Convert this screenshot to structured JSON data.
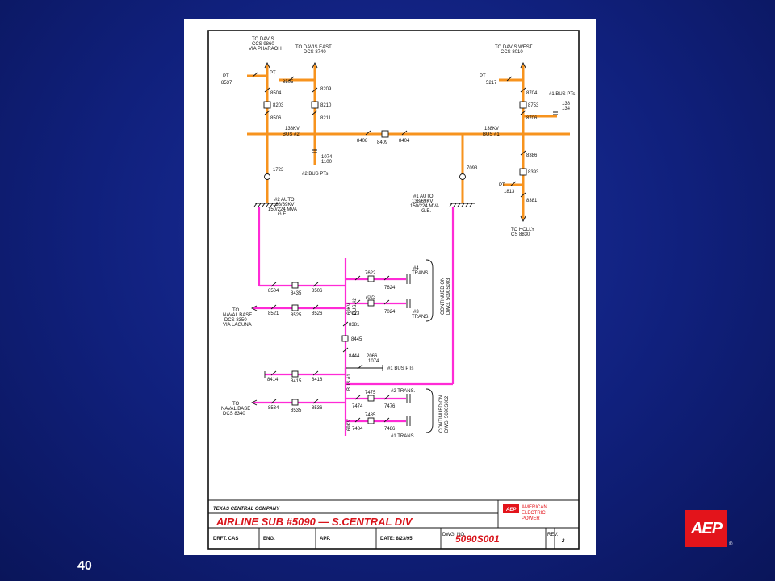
{
  "slide": {
    "number": "40",
    "logo": "AEP",
    "logo_mark": "®"
  },
  "drawing": {
    "company": "TEXAS CENTRAL COMPANY",
    "title": "AIRLINE SUB #5090 — S.CENTRAL DIV",
    "aep_badge": "AEP",
    "aep_name_lines": [
      "AMERICAN",
      "ELECTRIC",
      "POWER"
    ],
    "footer": {
      "drft": "DRFT. CAS",
      "engr": "ENG.",
      "app": "APP.",
      "date": "DATE: 8/23/95",
      "dwg_label": "DWG. NO.",
      "dwg_no": "5090S001",
      "rev_label": "REV.",
      "rev": "2"
    },
    "hv": {
      "feeders": [
        "TO DAVIS\nCCS 9860\nVIA PHARAOH",
        "TO DAVIS EAST\nDCS 8740",
        "TO DAVIS WEST\nCCS 8010",
        "TO HOLLY\nCS 8830"
      ],
      "bus2": "138KV\nBUS #2",
      "bus1": "138KV\nBUS #1",
      "pt": "PT",
      "labels": [
        "8537",
        "8203",
        "8504",
        "8505",
        "8506",
        "8209",
        "8210",
        "8211",
        "5217",
        "8704",
        "8753",
        "8706",
        "#1 BUS PTs",
        "138\n134",
        "8408",
        "8409",
        "8404",
        "1074\n1100",
        "#2 BUS PTs",
        "1723",
        "7093",
        "8386",
        "8393",
        "1813",
        "8381"
      ],
      "auto2": "#2 AUTO\n138/69KV\n150/224 MVA\nG.E.",
      "auto1": "#1 AUTO\n138/69KV\n150/224 MVA\nG.E."
    },
    "lv": {
      "feeders": [
        "TO\nNAVAL BASE\nDCS 8350\nVIA LAGUNA",
        "TO\nNAVAL BASE\nDCS 8340"
      ],
      "bus2": "69KV\nBUS #2",
      "bus1": "BUS #1",
      "bus1b": "69KV",
      "trans4": "#4\nTRANS.",
      "trans3": "#3\nTRANS.",
      "trans2": "#2 TRANS.",
      "trans1": "#1 TRANS.",
      "bus_pt": "#1 BUS PTs",
      "cont1": "CONTINUED ON\nDWG. 5090S003",
      "cont2": "CONTINUED ON\nDWG. 5090S002",
      "labels": [
        "8504",
        "8435",
        "8506",
        "7622",
        "7624",
        "8521",
        "8525",
        "8526",
        "7023",
        "7024",
        "8381",
        "8445",
        "8444",
        "2066\n1074",
        "8414",
        "8415",
        "8418",
        "8534",
        "8535",
        "8536",
        "7475",
        "7476",
        "7474",
        "7485",
        "7486",
        "7484",
        "7023"
      ]
    }
  }
}
